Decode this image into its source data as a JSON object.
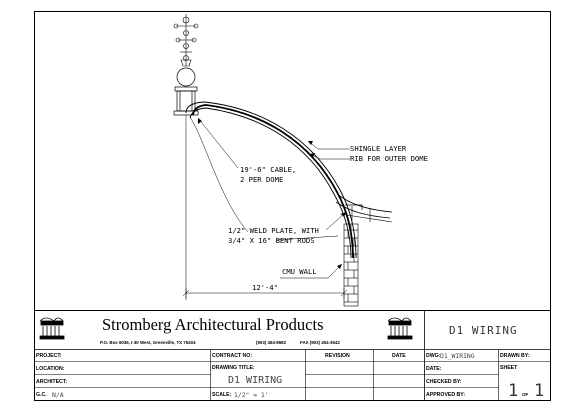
{
  "drawing": {
    "annotations": {
      "shingle": "SHINGLE LAYER",
      "rib": "RIB FOR OUTER DOME",
      "cable_1": "19'-6\" CABLE,",
      "cable_2": "2 PER DOME",
      "weld_1": "1/2\" WELD PLATE, WITH",
      "weld_2": "3/4\" X 16\" BENT RODS",
      "cmu": "CMU WALL",
      "dimension": "12'-4\""
    }
  },
  "title_block": {
    "company": "Stromberg Architectural Products",
    "address": "P.O. Box 6036, I-30 West, Greenville, TX 75404",
    "phone": "(903) 454-8682",
    "fax": "FAX (903) 454-3642",
    "drawing_name": "D1 WIRING",
    "labels": {
      "project": "PROJECT:",
      "location": "LOCATION:",
      "architect": "ARCHITECT:",
      "gc": "G.C.",
      "contract_no": "CONTRACT NO:",
      "drawing_title": "DRAWING TITLE:",
      "scale": "SCALE:",
      "revision": "REVISION",
      "date": "DATE",
      "dwg": "DWG:",
      "date2": "DATE:",
      "checked_by": "CHECKED BY:",
      "approved_by": "APPROVED BY:",
      "drawn_by": "DRAWN BY:",
      "sheet": "SHEET",
      "of": "OF"
    },
    "values": {
      "gc": "N/A",
      "drawing_title": "D1 WIRING",
      "scale": "1/2\" = 1'",
      "dwg": "D1_WIRING",
      "sheet_no": "1",
      "sheet_total": "1"
    }
  }
}
